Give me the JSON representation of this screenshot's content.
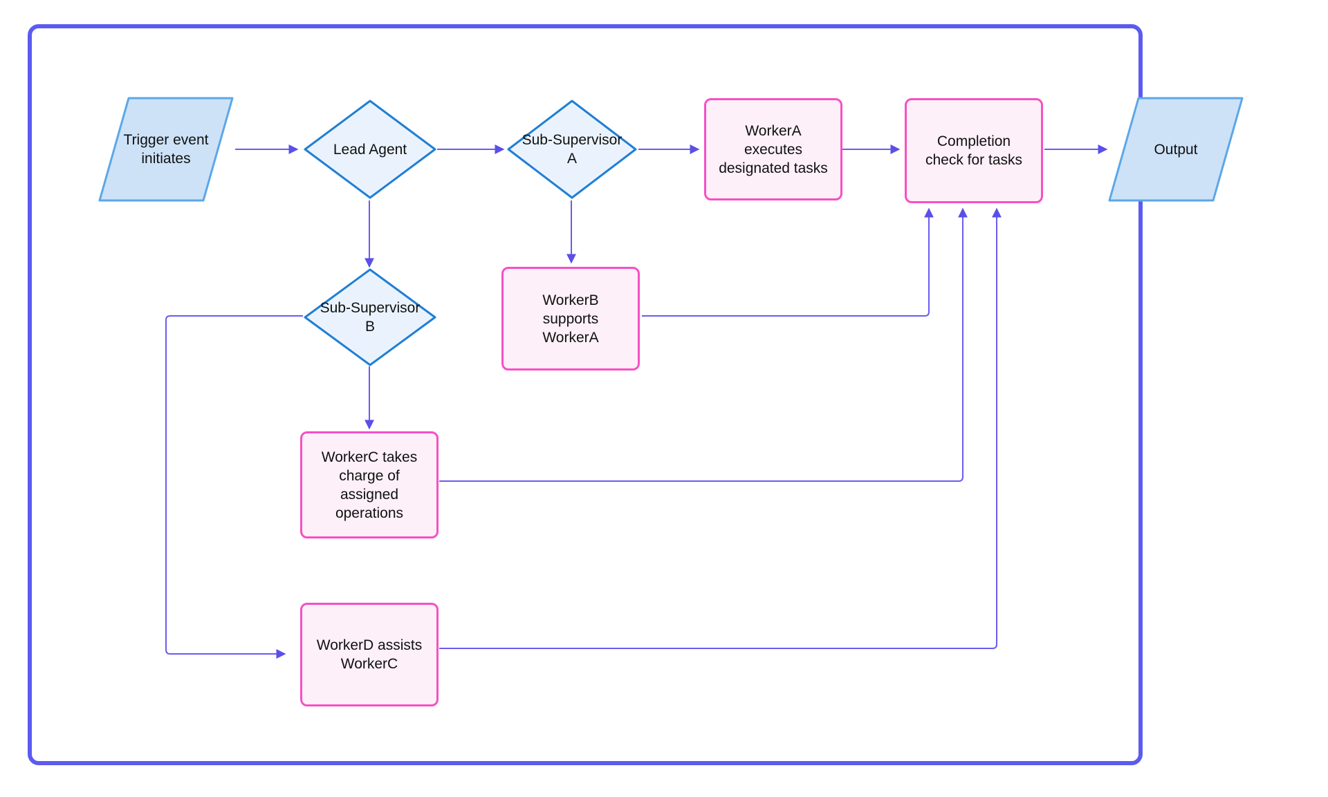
{
  "diagram": {
    "type": "flowchart",
    "title": "",
    "frame": {
      "border_color": "#5b5bef"
    },
    "palette": {
      "terminal_fill": "#cde2f7",
      "terminal_stroke": "#5ba7e8",
      "decision_fill": "#eaf3fd",
      "decision_stroke": "#1f7fd4",
      "process_fill": "#fdf0f8",
      "process_stroke": "#f64fc5",
      "edge_color": "#6a5bf0",
      "text_color": "#101010"
    },
    "nodes": [
      {
        "id": "trigger",
        "shape": "parallelogram",
        "label": "Trigger event\ninitiates"
      },
      {
        "id": "lead",
        "shape": "diamond",
        "label": "Lead Agent"
      },
      {
        "id": "subsup_a",
        "shape": "diamond",
        "label": "Sub-Supervisor\nA"
      },
      {
        "id": "subsup_b",
        "shape": "diamond",
        "label": "Sub-Supervisor\nB"
      },
      {
        "id": "worker_a",
        "shape": "process",
        "label": "WorkerA\nexecutes\ndesignated tasks"
      },
      {
        "id": "worker_b",
        "shape": "process",
        "label": "WorkerB\nsupports\nWorkerA"
      },
      {
        "id": "worker_c",
        "shape": "process",
        "label": "WorkerC takes\ncharge of\nassigned\noperations"
      },
      {
        "id": "worker_d",
        "shape": "process",
        "label": "WorkerD assists\nWorkerC"
      },
      {
        "id": "completion",
        "shape": "process",
        "label": "Completion\ncheck for tasks"
      },
      {
        "id": "output",
        "shape": "parallelogram",
        "label": "Output"
      }
    ],
    "edges": [
      {
        "from": "trigger",
        "to": "lead",
        "label": ""
      },
      {
        "from": "lead",
        "to": "subsup_a",
        "label": ""
      },
      {
        "from": "lead",
        "to": "subsup_b",
        "label": ""
      },
      {
        "from": "subsup_a",
        "to": "worker_a",
        "label": ""
      },
      {
        "from": "subsup_a",
        "to": "worker_b",
        "label": ""
      },
      {
        "from": "subsup_b",
        "to": "worker_c",
        "label": ""
      },
      {
        "from": "subsup_b",
        "to": "worker_d",
        "label": ""
      },
      {
        "from": "worker_a",
        "to": "completion",
        "label": ""
      },
      {
        "from": "worker_b",
        "to": "completion",
        "label": ""
      },
      {
        "from": "worker_c",
        "to": "completion",
        "label": ""
      },
      {
        "from": "worker_d",
        "to": "completion",
        "label": ""
      },
      {
        "from": "completion",
        "to": "output",
        "label": ""
      }
    ]
  }
}
